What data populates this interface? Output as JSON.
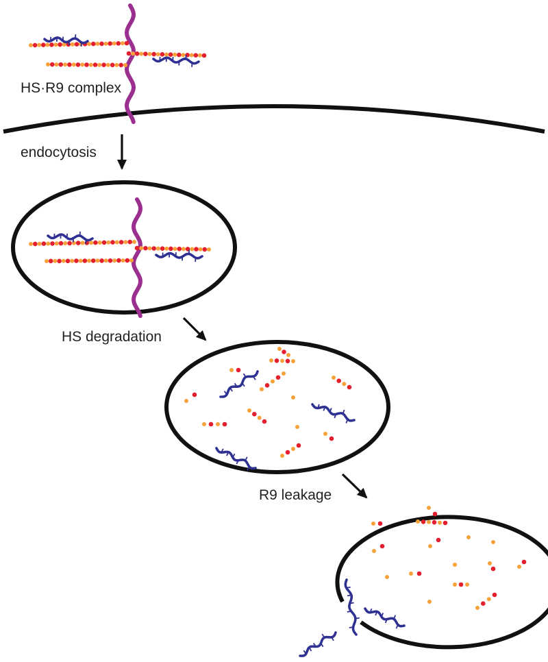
{
  "labels": {
    "complex": "HS·R9 complex",
    "endocytosis": "endocytosis",
    "degradation": "HS degradation",
    "leakage": "R9 leakage"
  },
  "colors": {
    "outline": "#111111",
    "core_protein": "#9b2f8f",
    "r9_peptide": "#2e3192",
    "hs_red": "#e5202e",
    "hs_orange": "#f7a13a"
  },
  "icons": {
    "core_protein": "magenta-wavy-line",
    "hs_chain": "red-orange-bead-chain",
    "r9": "blue-wavy-peptide-with-tick-marks"
  }
}
